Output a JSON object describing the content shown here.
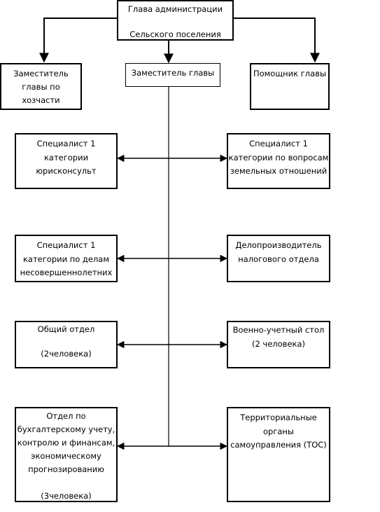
{
  "nodes": {
    "head": {
      "lines": [
        "Глава администрации",
        "",
        "Сельского поселения"
      ]
    },
    "deputy_economy": {
      "lines": [
        "Заместитель",
        "главы по",
        "хозчасти"
      ]
    },
    "deputy": {
      "lines": [
        "Заместитель главы"
      ]
    },
    "assistant": {
      "lines": [
        "Помощник главы"
      ]
    },
    "lawyer": {
      "lines": [
        "Специалист 1",
        "категории",
        "юрисконсульт"
      ]
    },
    "land_specialist": {
      "lines": [
        "Специалист 1",
        "категории по вопросам",
        "земельных отношений"
      ]
    },
    "minors_specialist": {
      "lines": [
        "Специалист 1",
        "категории по делам",
        "несовершеннолетних"
      ]
    },
    "tax_clerk": {
      "lines": [
        "Делопроизводитель",
        "налогового отдела"
      ]
    },
    "general_dept": {
      "lines": [
        "Общий отдел",
        "",
        "(2человека)"
      ]
    },
    "military_desk": {
      "lines": [
        "Военно-учетный стол",
        "(2 человека)"
      ]
    },
    "accounting_dept": {
      "lines": [
        "Отдел по",
        "бухгалтерскому учету,",
        "контролю и финансам,",
        "экономическому",
        "прогнозированию",
        "",
        "(3человека)"
      ]
    },
    "territorial_bodies": {
      "lines": [
        "Территориальные",
        "органы",
        "самоуправления (ТОС)"
      ]
    }
  }
}
